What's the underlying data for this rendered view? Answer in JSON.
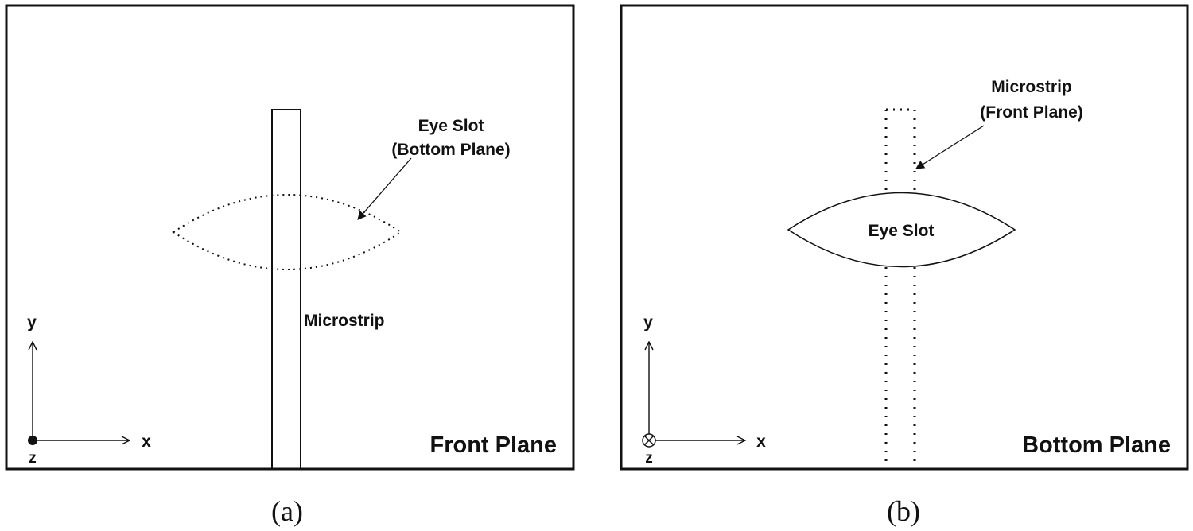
{
  "panel_a": {
    "slot_label_line1": "Eye Slot",
    "slot_label_line2": "(Bottom Plane)",
    "strip_label": "Microstrip",
    "plane_label": "Front Plane",
    "axis_y": "y",
    "axis_x": "x",
    "axis_z": "z",
    "caption": "(a)"
  },
  "panel_b": {
    "strip_label_line1": "Microstrip",
    "strip_label_line2": "(Front Plane)",
    "slot_label": "Eye Slot",
    "plane_label": "Bottom Plane",
    "axis_y": "y",
    "axis_x": "x",
    "axis_z": "z",
    "caption": "(b)"
  },
  "colors": {
    "stroke": "#111111",
    "background": "#ffffff"
  }
}
